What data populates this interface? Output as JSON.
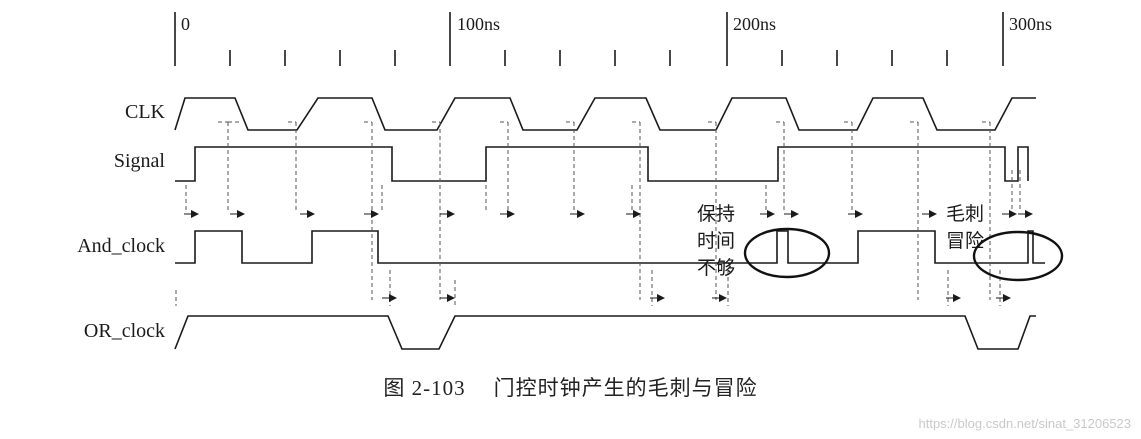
{
  "timeline": {
    "ticks": [
      "0",
      "100ns",
      "200ns",
      "300ns"
    ]
  },
  "signals": [
    {
      "key": "clk",
      "label": "CLK"
    },
    {
      "key": "signal",
      "label": "Signal"
    },
    {
      "key": "and_clock",
      "label": "And_clock"
    },
    {
      "key": "or_clock",
      "label": "OR_clock"
    }
  ],
  "annotations": {
    "hold_time": [
      "保持",
      "时间",
      "不够"
    ],
    "glitch": [
      "毛刺",
      "冒险"
    ]
  },
  "caption": {
    "number": "图 2-103",
    "title": "门控时钟产生的毛刺与冒险"
  },
  "watermark": "https://blog.csdn.net/sinat_31206523",
  "colors": {
    "wave": "#1a1a1a",
    "dashed": "#555555",
    "ellipse": "#111111"
  }
}
